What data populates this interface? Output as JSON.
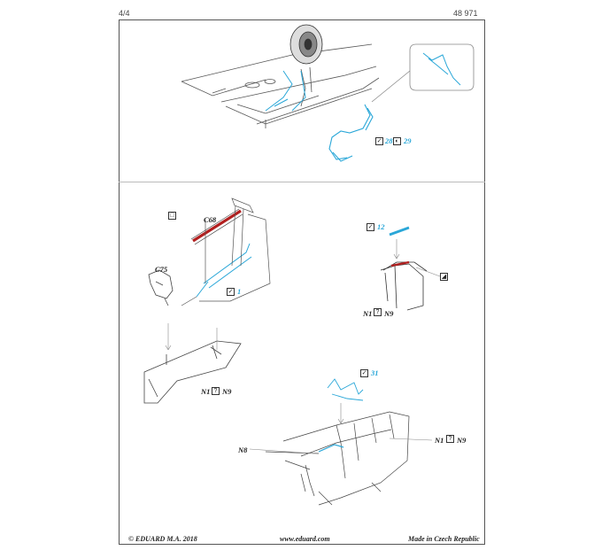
{
  "header": {
    "page": "4/4",
    "kit_number": "48 971"
  },
  "footer": {
    "copyright": "© EDUARD  M.A. 2018",
    "website": "www.eduard.com",
    "origin": "Made in Czech Republic"
  },
  "step_top": {
    "pe_28": "28",
    "pe_29": "29"
  },
  "step_left": {
    "part_c68": "C68",
    "part_c75": "C75",
    "pe_1": "1",
    "n1": "N1",
    "n9": "N9",
    "question": "?"
  },
  "step_right": {
    "pe_12": "12",
    "n1": "N1",
    "n9": "N9",
    "question": "?"
  },
  "step_bottom": {
    "pe_31": "31",
    "n8": "N8",
    "n1": "N1",
    "n9": "N9",
    "question": "?"
  }
}
